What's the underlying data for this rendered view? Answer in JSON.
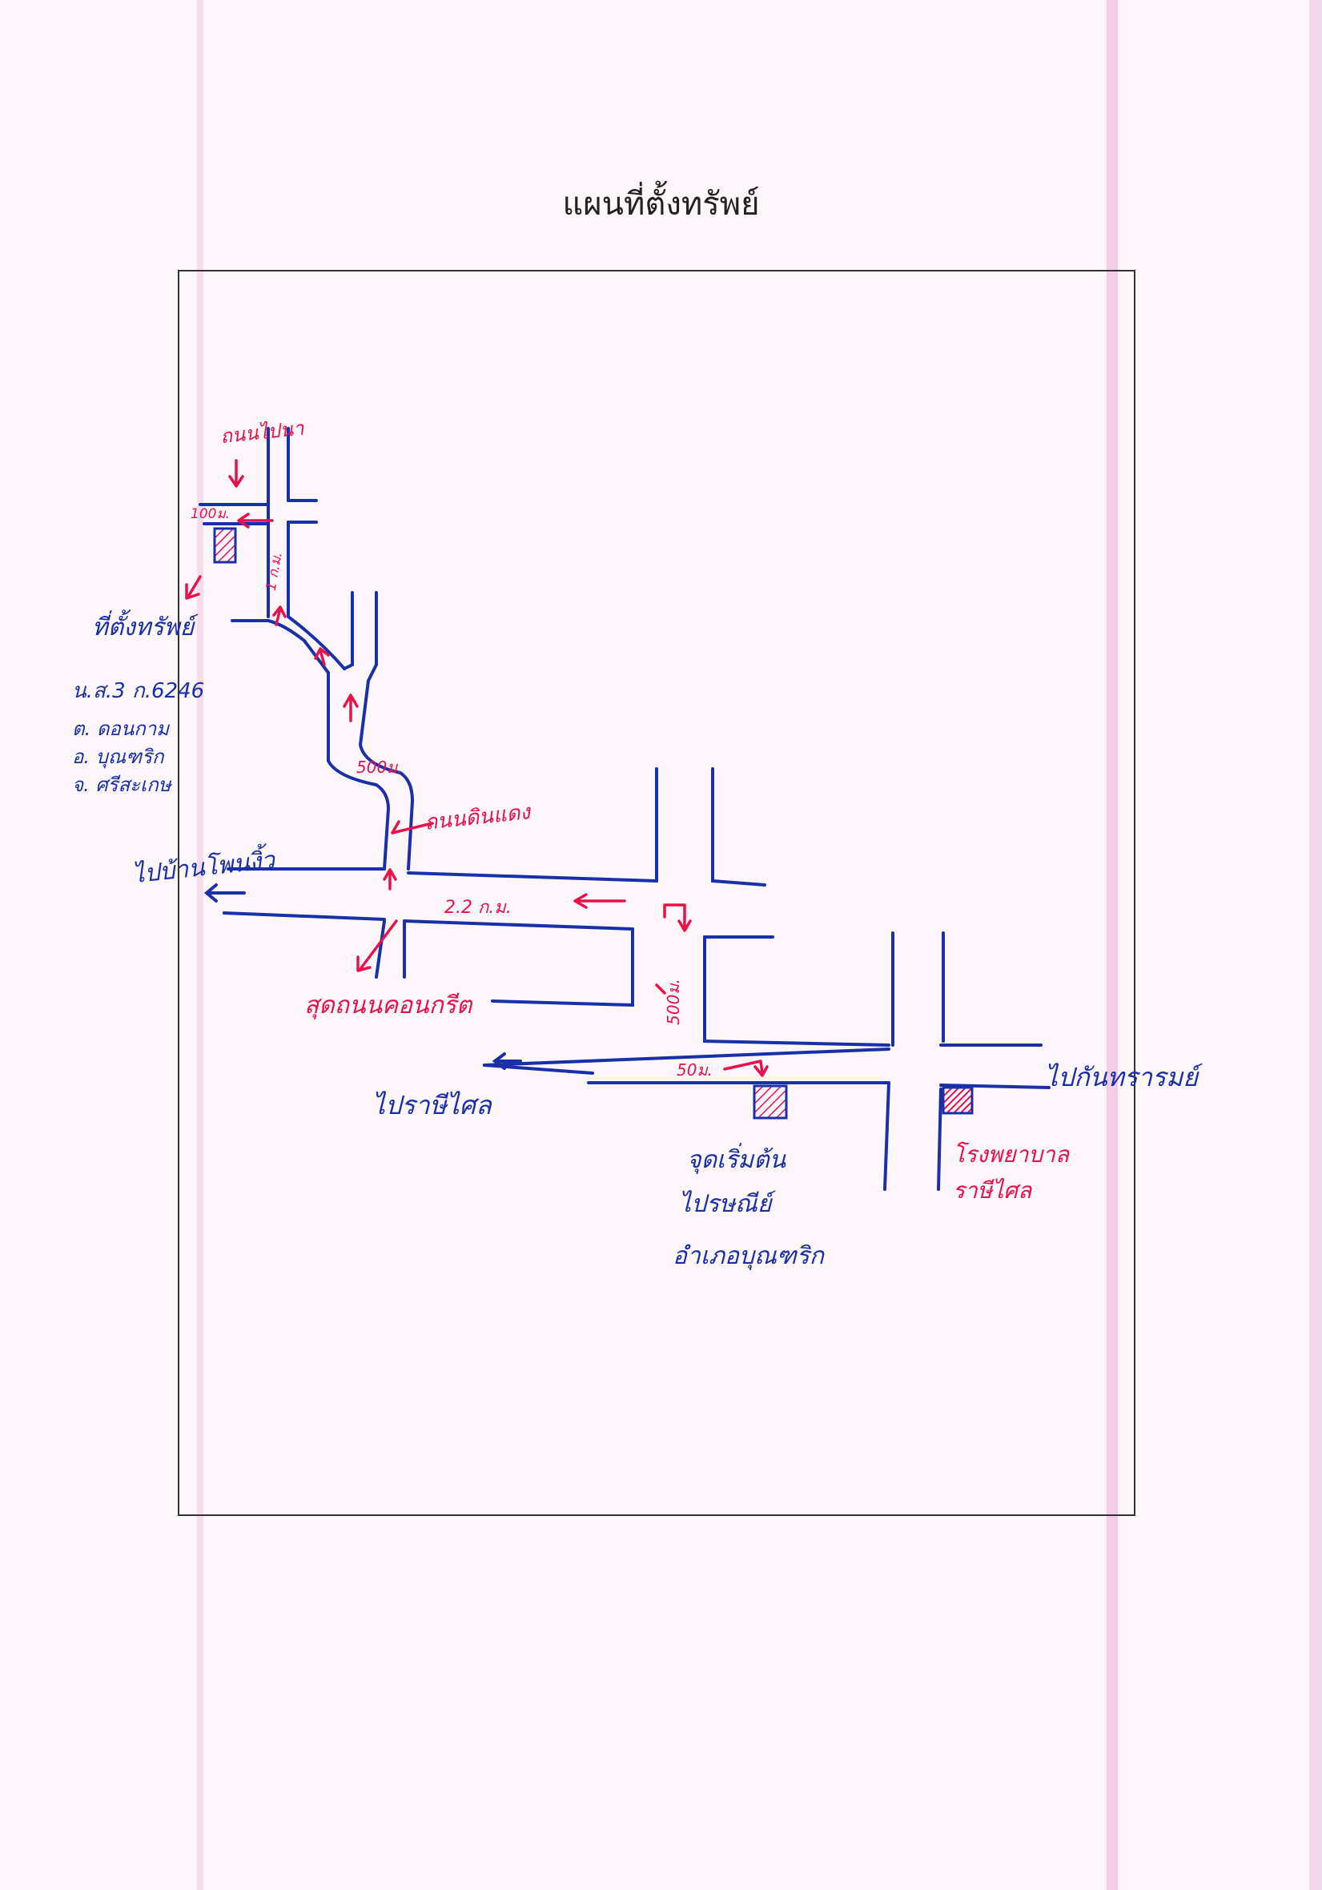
{
  "title": "แผนที่ตั้งทรัพย์",
  "labels": {
    "road_top": "ถนนไปนา",
    "dist_100": "100ม.",
    "dist_1km": "1 ก.ม.",
    "property_location": "ที่ตั้งทรัพย์",
    "deed_no": "น.ส.3 ก.6246",
    "tambon": "ต. ดอนกาม",
    "amphoe": "อ. บุณฑริก",
    "changwat": "จ. ศรีสะเกษ",
    "dist_500_upper": "500ม.",
    "road_lukdaeng": "ถนนดินแดง",
    "to_ban_pho": "ไปบ้านโพนงิ้ว",
    "dist_22km": "2.2 ก.ม.",
    "dist_500_mid": "500ม.",
    "road_end": "สุดถนนคอนกรีต",
    "to_rasi_salai": "ไปราษีไศล",
    "dist_50": "50ม.",
    "to_kantharalak": "ไปกันทรารมย์",
    "start_point_1": "จุดเริ่มต้น",
    "start_point_2": "ไปรษณีย์",
    "start_point_3": "อำเภอบุณฑริก",
    "school_1": "โรงพยาบาล",
    "school_2": "ราษีไศล"
  },
  "colors": {
    "road_ink": "#1a2fa8",
    "marker_ink": "#e8124a",
    "frame": "#333333"
  }
}
